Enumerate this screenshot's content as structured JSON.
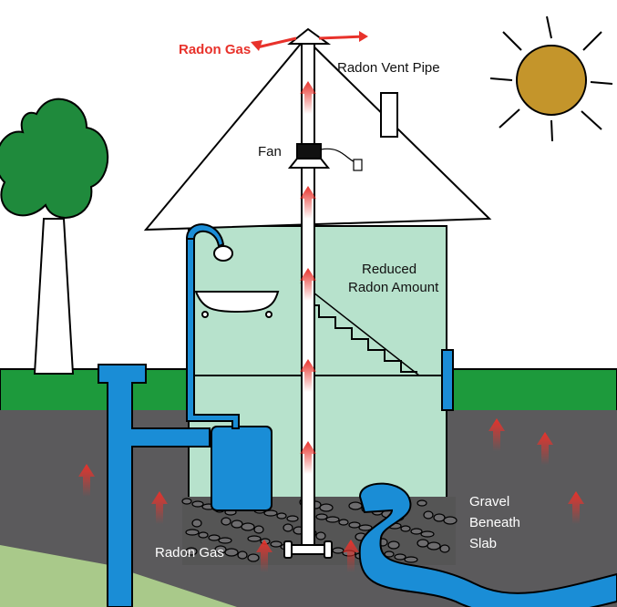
{
  "labels": {
    "radon_gas_top": "Radon Gas",
    "vent_pipe": "Radon Vent Pipe",
    "fan": "Fan",
    "reduced_line1": "Reduced",
    "reduced_line2": "Radon Amount",
    "gravel_line1": "Gravel",
    "gravel_line2": "Beneath",
    "gravel_line3": "Slab",
    "radon_gas_bottom": "Radon Gas"
  },
  "colors": {
    "ground": "#5b5a5c",
    "grass": "#1d9a3c",
    "house_wall": "#b7e2cc",
    "pipe_blue": "#1a8dd6",
    "sun": "#c4952b",
    "arrow_red": "#e8322b"
  }
}
